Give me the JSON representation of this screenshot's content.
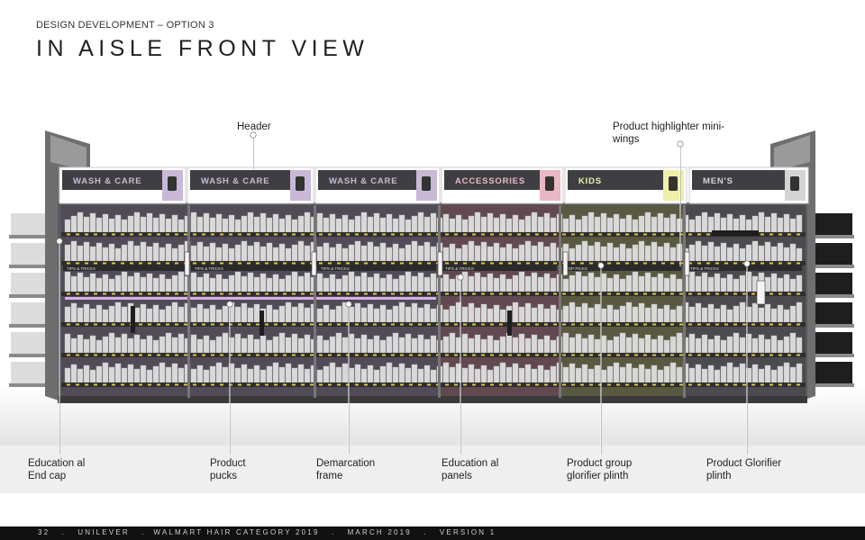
{
  "kicker": "DESIGN DEVELOPMENT – OPTION 3",
  "title": "IN AISLE FRONT VIEW",
  "callouts_top": {
    "header": "Header",
    "highlighter": "Product highlighter mini-wings"
  },
  "header_panels": [
    {
      "label": "WASH & CARE",
      "color": "#c9b8d6",
      "icon": "bottles-icon"
    },
    {
      "label": "WASH & CARE",
      "color": "#c9b8d6",
      "icon": "bottles-icon"
    },
    {
      "label": "WASH & CARE",
      "color": "#c9b8d6",
      "icon": "bottles-icon"
    },
    {
      "label": "ACCESSORIES",
      "color": "#e8b8c4",
      "icon": "hair-dryer-icon"
    },
    {
      "label": "KIDS",
      "color": "#eef0a8",
      "icon": "duck-icon"
    },
    {
      "label": "MEN'S",
      "color": "#d4d4d4",
      "icon": "moustache-icon"
    }
  ],
  "shelf_tints": [
    "#4a3f52",
    "#4a3f52",
    "#4a3f52",
    "#6a3a44",
    "#5a5a2c",
    "#3e3e44"
  ],
  "shelf_labels": [
    "TIPS & TRICKS",
    "TIPS & TRICKS",
    "TIPS & TRICKS",
    "TIPS & TRICKS",
    "TOP PICKS",
    "TIPS & TRICKS"
  ],
  "callouts_bottom": [
    {
      "id": "education-end-cap",
      "label": "Education al End cap"
    },
    {
      "id": "product-pucks",
      "label": "Product pucks"
    },
    {
      "id": "demarcation-frame",
      "label": "Demarcation frame"
    },
    {
      "id": "educational-panels",
      "label": "Education al panels"
    },
    {
      "id": "product-group-plinth",
      "label": "Product group glorifier plinth"
    },
    {
      "id": "product-glorifier-plinth",
      "label": "Product Glorifier plinth"
    }
  ],
  "footer": "32   .   UNILEVER   .  WALMART HAIR CATEGORY 2019   .   MARCH 2019   .   VERSION 1"
}
